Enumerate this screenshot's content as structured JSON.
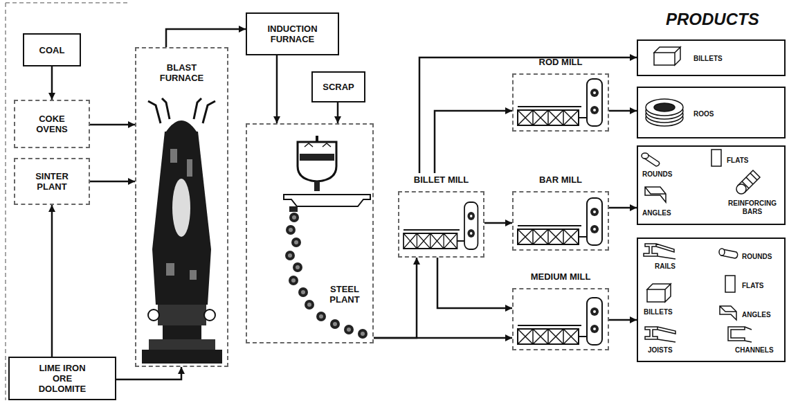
{
  "diagram": {
    "nodes": [
      {
        "text": [
          "COAL"
        ]
      },
      {
        "text": [
          "COKE OVENS"
        ]
      },
      {
        "text": [
          "SINTER PLANT"
        ]
      },
      {
        "text": [
          "LIME IRON ORE DOLOMITE"
        ]
      },
      {
        "text": [
          "BLAST FURNACE"
        ]
      },
      {
        "text": [
          "INDUCTION FURNACE"
        ]
      },
      {
        "text": [
          "SCRAP"
        ]
      },
      {
        "text": [
          "STEEL PLANT"
        ]
      },
      {
        "text": [
          "BILLET MILL"
        ]
      },
      {
        "text": [
          "ROD MILL"
        ]
      },
      {
        "text": [
          "BAR MILL"
        ]
      },
      {
        "text": [
          "MEDIUM MILL"
        ]
      },
      {
        "text": [
          "BILLETS"
        ]
      },
      {
        "text": [
          "ROOS"
        ]
      },
      {
        "text": [
          "ROUNDS",
          "FLATS",
          "ANGLES",
          "REINFORCING BARS"
        ]
      },
      {
        "text": [
          "RAILS",
          "ROUNDS",
          "FLATS",
          "BILLETS",
          "ANGLES",
          "JOISTS",
          "CHANNELS"
        ]
      }
    ],
    "edges": [
      {
        "from": 0,
        "to": 1,
        "arrow": "to"
      },
      {
        "from": 1,
        "to": 4,
        "arrow": "to"
      },
      {
        "from": 2,
        "to": 4,
        "arrow": "to"
      },
      {
        "from": 3,
        "to": 2,
        "arrow": "to"
      },
      {
        "from": 3,
        "to": 4,
        "arrow": "to"
      },
      {
        "from": 4,
        "to": 5,
        "arrow": "to"
      },
      {
        "from": 5,
        "to": 7,
        "arrow": "to"
      },
      {
        "from": 6,
        "to": 7,
        "arrow": "to"
      },
      {
        "from": 7,
        "to": 8,
        "arrow": "to"
      },
      {
        "from": 7,
        "to": 11,
        "arrow": "to"
      },
      {
        "from": 8,
        "to": 12,
        "arrow": "to"
      },
      {
        "from": 8,
        "to": 9,
        "arrow": "to"
      },
      {
        "from": 8,
        "to": 10,
        "arrow": "to"
      },
      {
        "from": 8,
        "to": 11,
        "arrow": "to"
      },
      {
        "from": 9,
        "to": 13,
        "arrow": "to"
      },
      {
        "from": 10,
        "to": 14,
        "arrow": "to"
      },
      {
        "from": 11,
        "to": 15,
        "arrow": "to"
      }
    ],
    "labels": [
      "PRODUCTS"
    ]
  }
}
